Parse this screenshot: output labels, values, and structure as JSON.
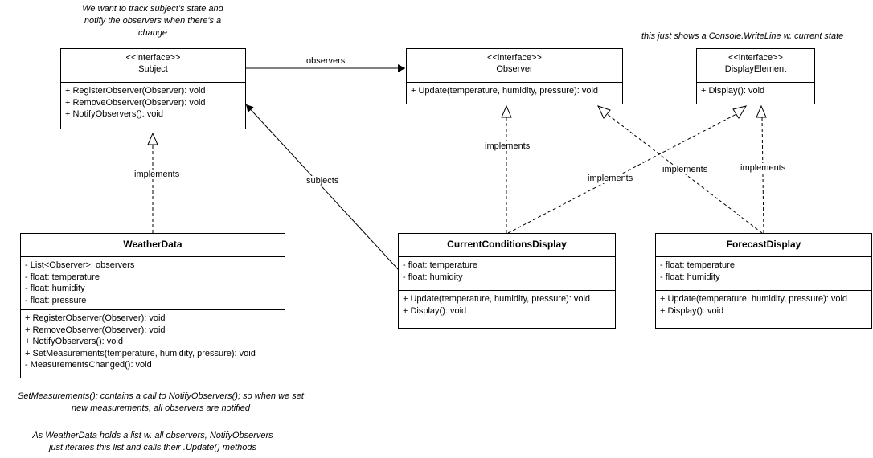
{
  "notes": {
    "top_note_line1": "We want to track subject's state and",
    "top_note_line2": "notify the observers when there's a",
    "top_note_line3": "change",
    "display_note": "this just shows a Console.WriteLine w. current state",
    "bottom_note1_line1": "SetMeasurements(); contains a call to NotifyObservers(); so when we set",
    "bottom_note1_line2": "new measurements, all observers are notified",
    "bottom_note2_line1": "As WeatherData holds a list w. all observers, NotifyObservers",
    "bottom_note2_line2": "just iterates this list and calls their .Update() methods"
  },
  "classes": {
    "subject": {
      "stereotype": "<<interface>>",
      "name": "Subject",
      "methods": [
        "+ RegisterObserver(Observer): void",
        "+ RemoveObserver(Observer): void",
        "+ NotifyObservers(): void"
      ]
    },
    "observer": {
      "stereotype": "<<interface>>",
      "name": "Observer",
      "methods": [
        "+ Update(temperature, humidity, pressure): void"
      ]
    },
    "display_element": {
      "stereotype": "<<interface>>",
      "name": "DisplayElement",
      "methods": [
        "+ Display(): void"
      ]
    },
    "weather_data": {
      "name": "WeatherData",
      "fields": [
        "- List<Observer>: observers",
        "- float: temperature",
        "- float: humidity",
        "- float: pressure"
      ],
      "methods": [
        "+ RegisterObserver(Observer): void",
        "+ RemoveObserver(Observer): void",
        "+ NotifyObservers(): void",
        "+ SetMeasurements(temperature, humidity, pressure): void",
        "- MeasurementsChanged(): void"
      ]
    },
    "current_conditions": {
      "name": "CurrentConditionsDisplay",
      "fields": [
        "- float: temperature",
        "- float: humidity"
      ],
      "methods": [
        "+ Update(temperature, humidity, pressure): void",
        "+ Display(): void"
      ]
    },
    "forecast": {
      "name": "ForecastDisplay",
      "fields": [
        "- float: temperature",
        "- float: humidity"
      ],
      "methods": [
        "+ Update(temperature, humidity, pressure): void",
        "+ Display(): void"
      ]
    }
  },
  "edge_labels": {
    "observers": "observers",
    "subjects": "subjects",
    "impl_weather": "implements",
    "impl_current_observer": "implements",
    "impl_current_display": "implements",
    "impl_forecast_observer": "implements",
    "impl_forecast_display": "implements"
  }
}
